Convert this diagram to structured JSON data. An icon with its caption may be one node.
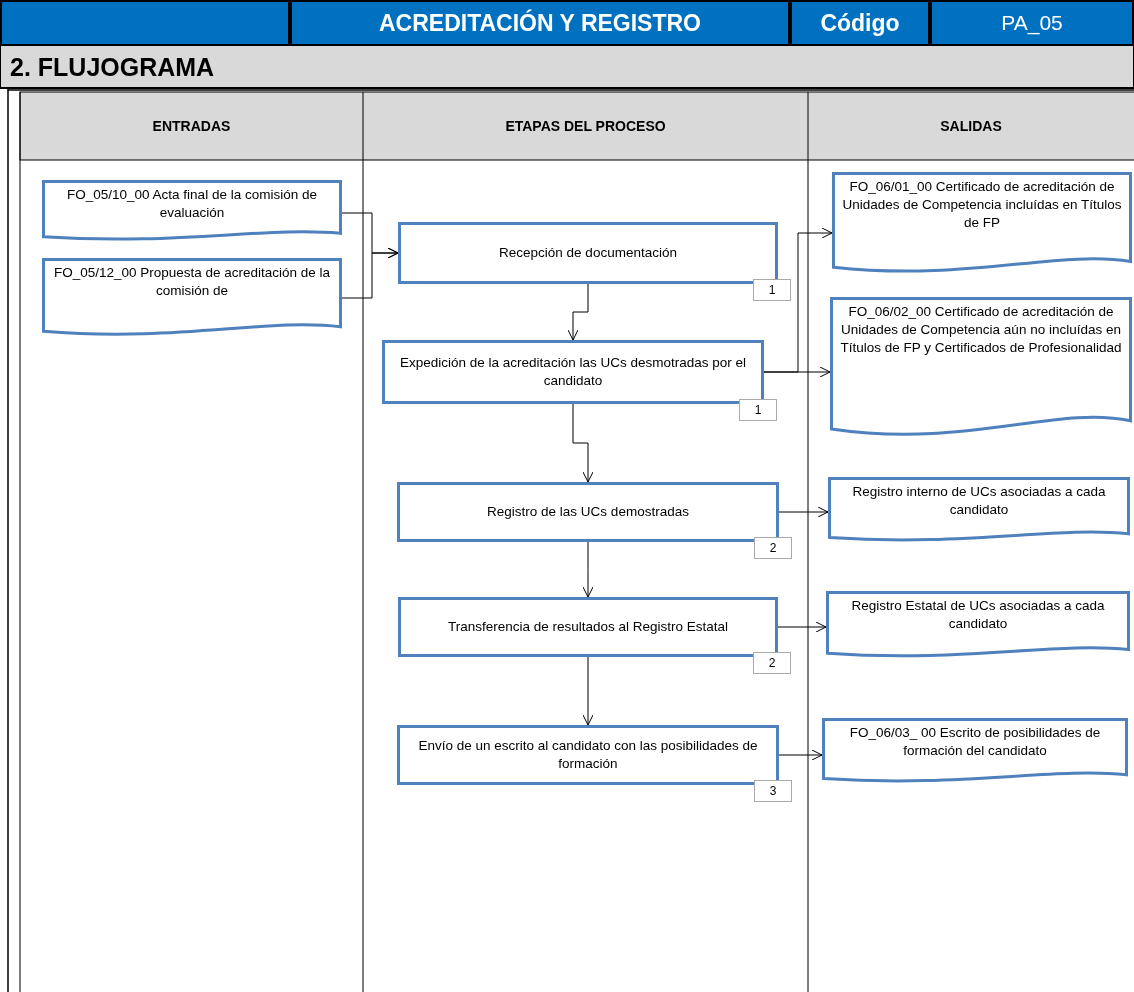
{
  "diagram": {
    "title": "ACREDITACIÓN Y REGISTRO",
    "nodes": [
      {
        "text": [
          "FO_05/10_00 Acta final de la comisión de evaluación"
        ]
      },
      {
        "text": [
          "FO_05/12_00 Propuesta de acreditación de la comisión de"
        ]
      },
      {
        "text": [
          "Recepción de documentación"
        ],
        "beside": [
          "1"
        ]
      },
      {
        "text": [
          "Expedición de la acreditación las UCs desmotradas por el candidato"
        ],
        "beside": [
          "1"
        ]
      },
      {
        "text": [
          "Registro de las UCs demostradas"
        ],
        "beside": [
          "2"
        ]
      },
      {
        "text": [
          "Transferencia de resultados al Registro Estatal"
        ],
        "beside": [
          "2"
        ]
      },
      {
        "text": [
          "Envío de un escrito al candidato con las posibilidades de formación"
        ],
        "beside": [
          "3"
        ]
      },
      {
        "text": [
          "FO_06/01_00 Certificado de acreditación de Unidades de Competencia incluídas en Títulos de FP"
        ]
      },
      {
        "text": [
          "FO_06/02_00 Certificado de acreditación de Unidades de Competencia aún no incluídas en Títulos de FP y Certificados de Profesionalidad"
        ]
      },
      {
        "text": [
          "Registro interno de UCs asociadas a cada candidato"
        ]
      },
      {
        "text": [
          "Registro Estatal de UCs asociadas a cada candidato"
        ]
      },
      {
        "text": [
          "FO_06/03_ 00 Escrito de posibilidades de formación del candidato"
        ]
      }
    ],
    "edges": [
      {
        "from": 0,
        "to": 2,
        "arrow": "to"
      },
      {
        "from": 1,
        "to": 2,
        "arrow": "to"
      },
      {
        "from": 2,
        "to": 3,
        "arrow": "to"
      },
      {
        "from": 3,
        "to": 7,
        "arrow": "to"
      },
      {
        "from": 3,
        "to": 8,
        "arrow": "to"
      },
      {
        "from": 3,
        "to": 4,
        "arrow": "to"
      },
      {
        "from": 4,
        "to": 9,
        "arrow": "to"
      },
      {
        "from": 4,
        "to": 5,
        "arrow": "to"
      },
      {
        "from": 5,
        "to": 10,
        "arrow": "to"
      },
      {
        "from": 5,
        "to": 6,
        "arrow": "to"
      },
      {
        "from": 6,
        "to": 11,
        "arrow": "to"
      }
    ],
    "labels": [
      "Código",
      "PA_05",
      "2. FLUJOGRAMA",
      "ENTRADAS",
      "ETAPAS DEL PROCESO",
      "SALIDAS"
    ]
  }
}
